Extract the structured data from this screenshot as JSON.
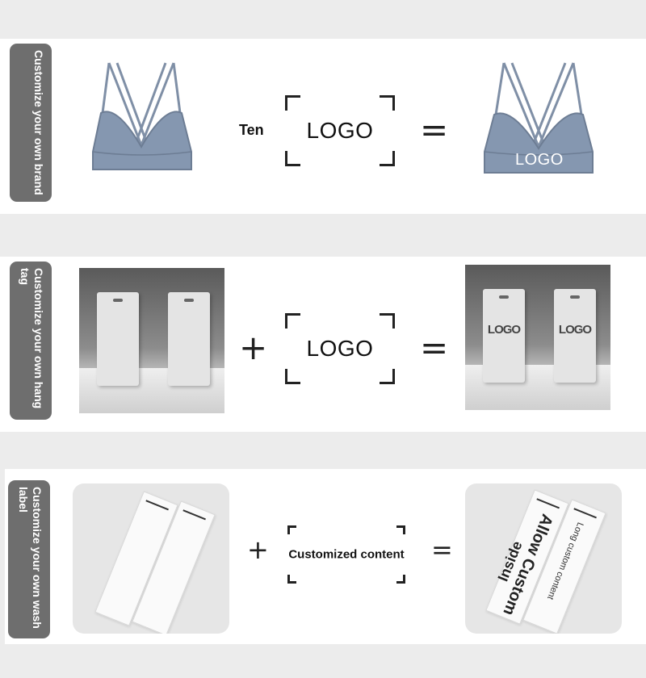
{
  "rows": [
    {
      "label": "Customize your own brand",
      "word": "Ten",
      "frame_text": "LOGO",
      "operator": "=",
      "product_logo": "LOGO"
    },
    {
      "label": "Customize your own hang tag",
      "operator_plus": "+",
      "frame_text": "LOGO",
      "operator_eq": "=",
      "tag_logo_left": "LOGO",
      "tag_logo_right": "LOGO"
    },
    {
      "label": "Customize your own wash label",
      "operator_plus": "+",
      "frame_text": "Customized content",
      "operator_eq": "=",
      "strip_texts": [
        "Allow Custom",
        "Inside",
        "Long custom content"
      ]
    }
  ],
  "colors": {
    "page_bg": "#ececec",
    "label_bg": "#6e6e6e",
    "bra_blue": "#8597b0"
  }
}
